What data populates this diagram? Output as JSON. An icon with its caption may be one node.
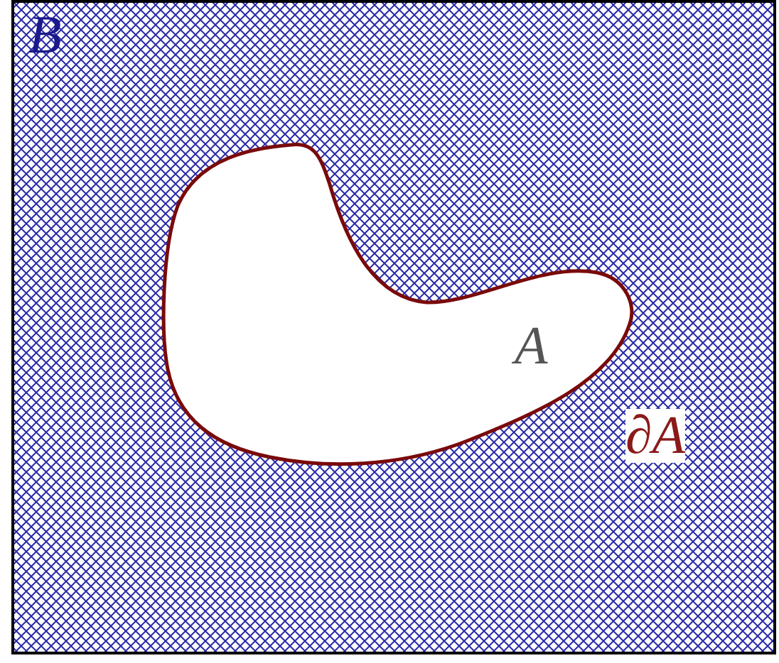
{
  "diagram": {
    "nodes": [
      {
        "text": [
          "B"
        ]
      },
      {
        "text": [
          "A"
        ],
        "in": 0
      }
    ],
    "labels": [
      "∂A"
    ]
  }
}
